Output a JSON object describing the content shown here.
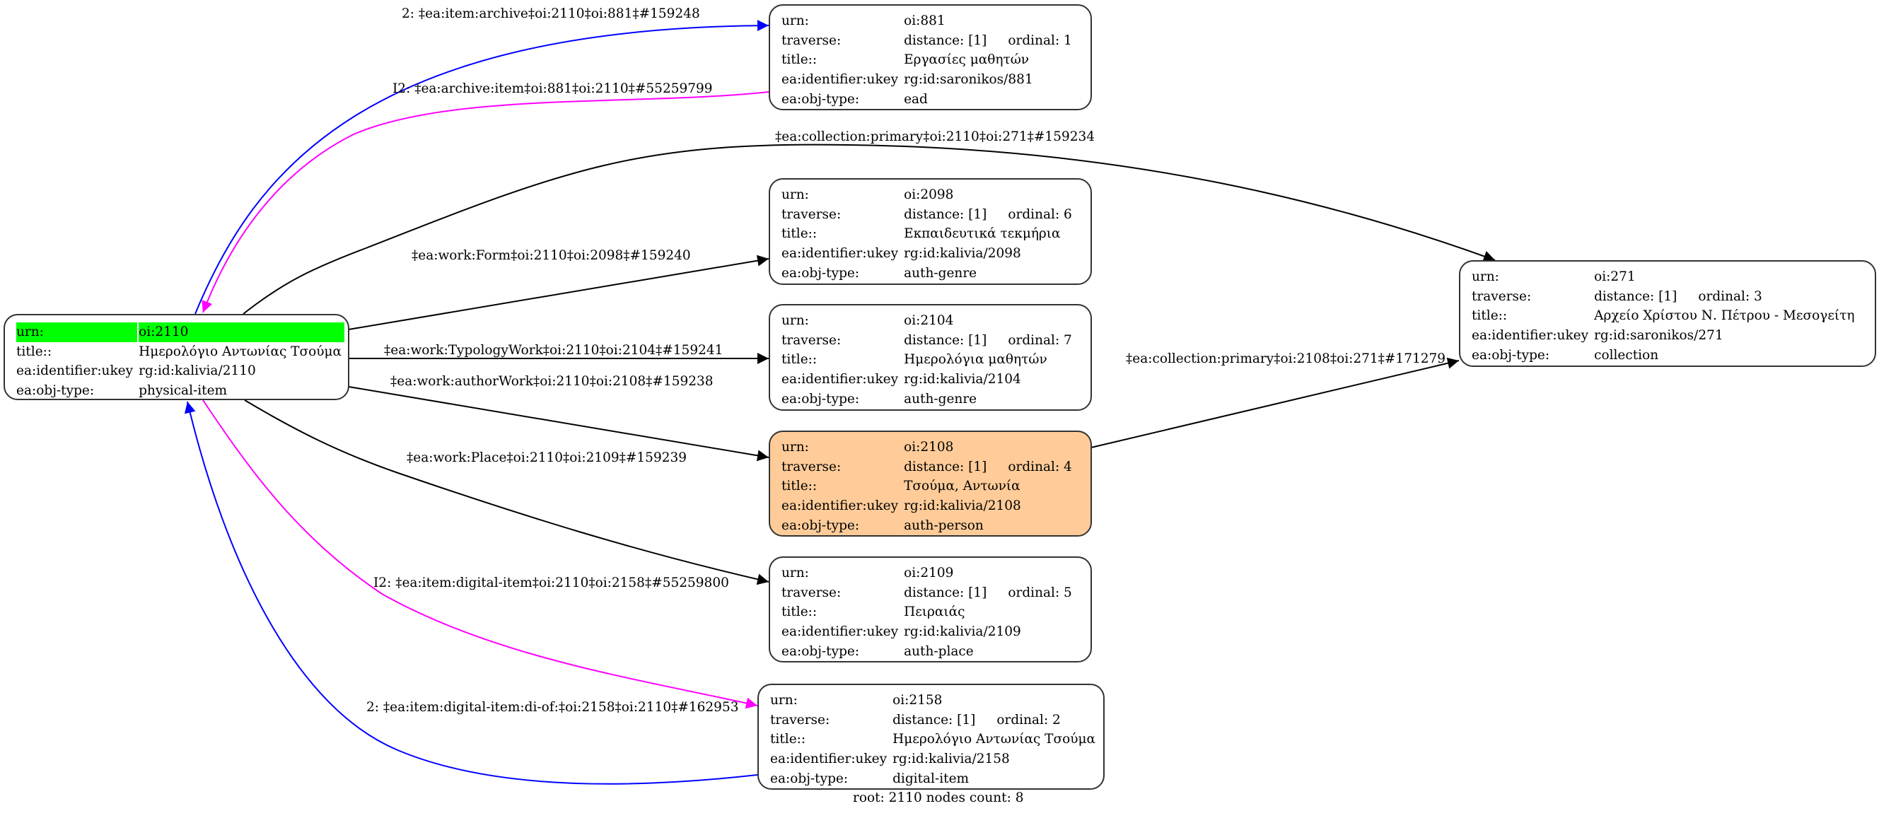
{
  "colors": {
    "forward_edge": "#0000ff",
    "inverse_edge": "#ff00ff",
    "plain_edge": "#000000",
    "root_highlight": "#00ff00",
    "focus_node_fill": "#ffcc99"
  },
  "row_labels": {
    "urn": "urn:",
    "traverse": "traverse:",
    "title": "title::",
    "ukey": "ea:identifier:ukey",
    "objtype": "ea:obj-type:"
  },
  "nodes": {
    "n2110": {
      "urn": "oi:2110",
      "title": "Ημερολόγιο Αντωνίας Τσούμα",
      "ukey": "rg:id:kalivia/2110",
      "objtype": "physical-item"
    },
    "n881": {
      "urn": "oi:881",
      "distance": "distance: [1]",
      "ordinal": "ordinal: 1",
      "title": "Εργασίες μαθητών",
      "ukey": "rg:id:saronikos/881",
      "objtype": "ead"
    },
    "n2098": {
      "urn": "oi:2098",
      "distance": "distance: [1]",
      "ordinal": "ordinal: 6",
      "title": "Εκπαιδευτικά τεκμήρια",
      "ukey": "rg:id:kalivia/2098",
      "objtype": "auth-genre"
    },
    "n2104": {
      "urn": "oi:2104",
      "distance": "distance: [1]",
      "ordinal": "ordinal: 7",
      "title": "Ημερολόγια μαθητών",
      "ukey": "rg:id:kalivia/2104",
      "objtype": "auth-genre"
    },
    "n2108": {
      "urn": "oi:2108",
      "distance": "distance: [1]",
      "ordinal": "ordinal: 4",
      "title": "Τσούμα, Αντωνία",
      "ukey": "rg:id:kalivia/2108",
      "objtype": "auth-person"
    },
    "n2109": {
      "urn": "oi:2109",
      "distance": "distance: [1]",
      "ordinal": "ordinal: 5",
      "title": "Πειραιάς",
      "ukey": "rg:id:kalivia/2109",
      "objtype": "auth-place"
    },
    "n2158": {
      "urn": "oi:2158",
      "distance": "distance: [1]",
      "ordinal": "ordinal: 2",
      "title": "Ημερολόγιο Αντωνίας Τσούμα",
      "ukey": "rg:id:kalivia/2158",
      "objtype": "digital-item"
    },
    "n271": {
      "urn": "oi:271",
      "distance": "distance: [1]",
      "ordinal": "ordinal: 3",
      "title": "Αρχείο Χρίστου Ν. Πέτρου - Μεσογείτη",
      "ukey": "rg:id:saronikos/271",
      "objtype": "collection"
    }
  },
  "edges": [
    {
      "id": "e1",
      "from": "oi:2110",
      "to": "oi:881",
      "kind": "forward",
      "label": "2: ‡ea:item:archive‡oi:2110‡oi:881‡#159248"
    },
    {
      "id": "e2",
      "from": "oi:881",
      "to": "oi:2110",
      "kind": "inverse",
      "label": "I2: ‡ea:archive:item‡oi:881‡oi:2110‡#55259799"
    },
    {
      "id": "e3",
      "from": "oi:2110",
      "to": "oi:271",
      "kind": "plain",
      "label": "‡ea:collection:primary‡oi:2110‡oi:271‡#159234"
    },
    {
      "id": "e4",
      "from": "oi:2110",
      "to": "oi:2098",
      "kind": "plain",
      "label": "‡ea:work:Form‡oi:2110‡oi:2098‡#159240"
    },
    {
      "id": "e5",
      "from": "oi:2110",
      "to": "oi:2104",
      "kind": "plain",
      "label": "‡ea:work:TypologyWork‡oi:2110‡oi:2104‡#159241"
    },
    {
      "id": "e6",
      "from": "oi:2110",
      "to": "oi:2108",
      "kind": "plain",
      "label": "‡ea:work:authorWork‡oi:2110‡oi:2108‡#159238"
    },
    {
      "id": "e7",
      "from": "oi:2108",
      "to": "oi:271",
      "kind": "plain",
      "label": "‡ea:collection:primary‡oi:2108‡oi:271‡#171279"
    },
    {
      "id": "e8",
      "from": "oi:2110",
      "to": "oi:2109",
      "kind": "plain",
      "label": "‡ea:work:Place‡oi:2110‡oi:2109‡#159239"
    },
    {
      "id": "e9",
      "from": "oi:2110",
      "to": "oi:2158",
      "kind": "inverse",
      "label": "I2: ‡ea:item:digital-item‡oi:2110‡oi:2158‡#55259800"
    },
    {
      "id": "e10",
      "from": "oi:2158",
      "to": "oi:2110",
      "kind": "forward",
      "label": "2: ‡ea:item:digital-item:di-of:‡oi:2158‡oi:2110‡#162953"
    }
  ],
  "footer": "root: 2110 nodes count: 8"
}
